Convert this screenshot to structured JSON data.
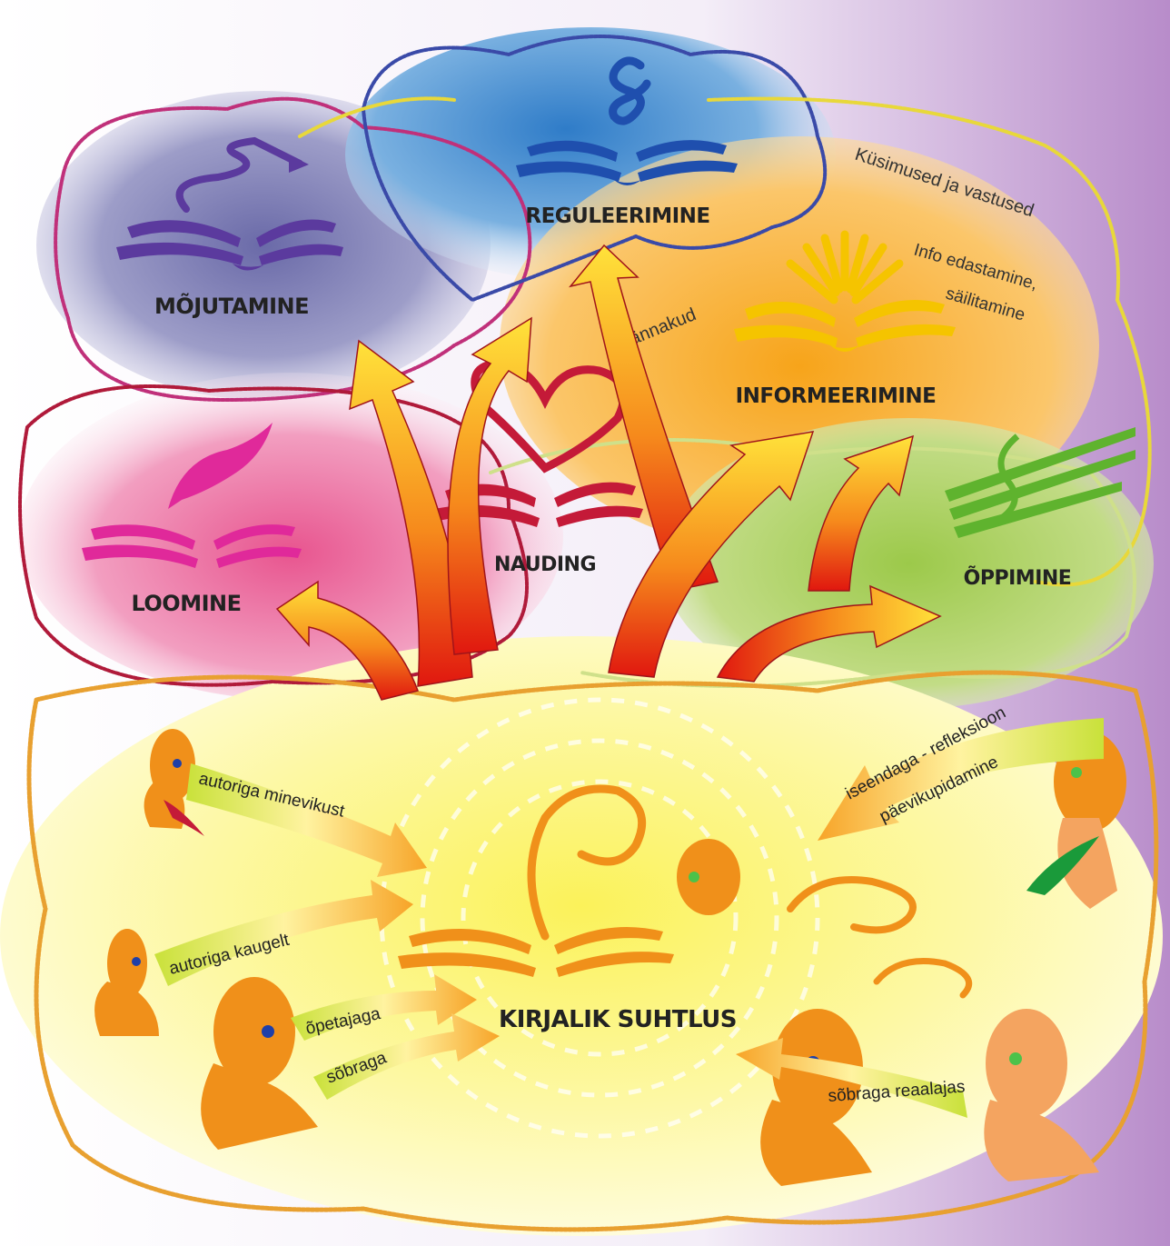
{
  "categories": {
    "mojutamine": "MÕJUTAMINE",
    "reguleerimine": "REGULEERIMINE",
    "informeerimine": "INFORMEERIMINE",
    "loomine": "LOOMINE",
    "nauding": "NAUDING",
    "oppimine": "ÕPPIMINE",
    "center": "KIRJALIK SUHTLUS"
  },
  "notes": {
    "kysimused": "Küsimused ja vastused",
    "info_line1": "Info edastamine,",
    "info_line2": "säilitamine",
    "rannakud": "Rännakud",
    "refleksioon": "iseendaga - refleksioon",
    "paevik": "päevikupidamine"
  },
  "channels": {
    "minevikust": "autoriga minevikust",
    "kaugelt": "autoriga kaugelt",
    "opetajaga": "õpetajaga",
    "sobraga": "sõbraga",
    "reaalajas": "sõbraga reaalajas"
  },
  "colors": {
    "mojutamine": "#5b3a9e",
    "reguleerimine": "#1f4fae",
    "informeerimine": "#f5c400",
    "loomine": "#e0299a",
    "nauding": "#c41a38",
    "oppimine": "#5fb32e",
    "arrow_start": "#e0170f",
    "arrow_end": "#ffe23a",
    "figure": "#f0901a"
  },
  "icons": [
    "book-icon",
    "feather-quill-icon",
    "heart-icon",
    "spiral-icon",
    "sun-rays-icon",
    "speech-balloon-icon",
    "person-figure-icon"
  ]
}
